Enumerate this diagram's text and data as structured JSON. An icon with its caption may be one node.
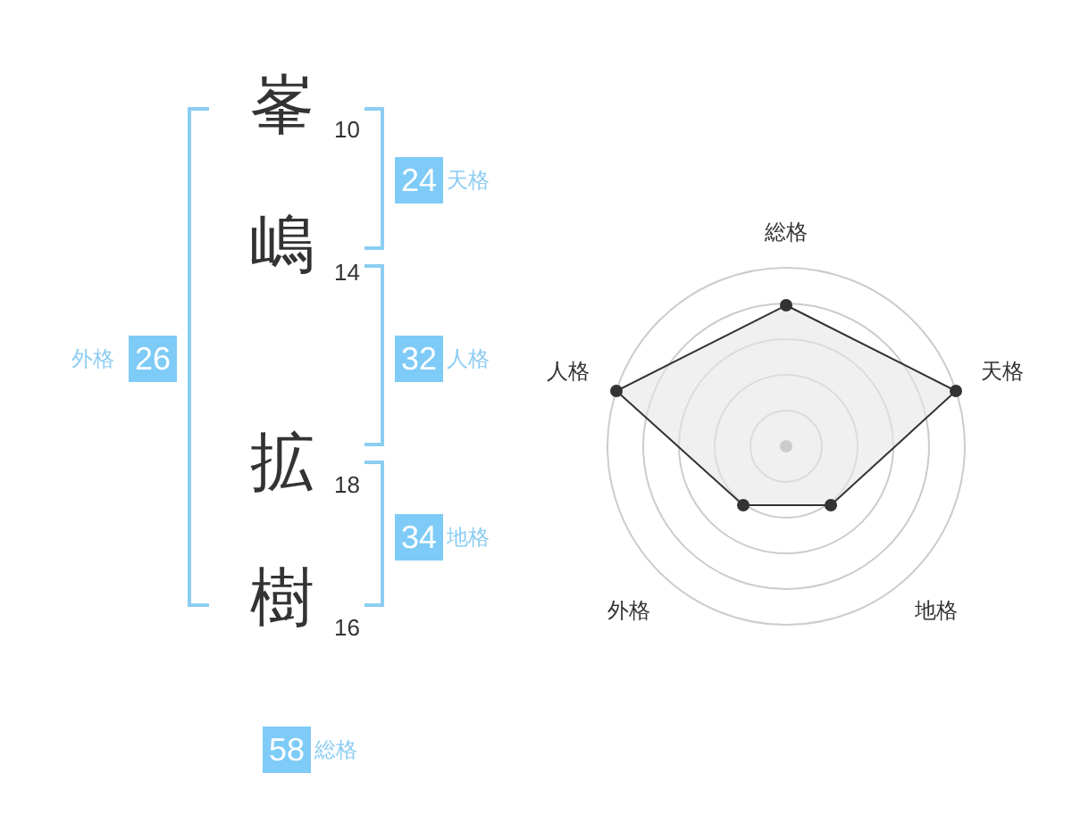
{
  "diagram": {
    "nodes": [
      {
        "text": [
          "24"
        ],
        "beside": [
          "天格"
        ]
      },
      {
        "text": [
          "26"
        ],
        "beside": [
          "外格"
        ]
      },
      {
        "text": [
          "32"
        ],
        "beside": [
          "人格"
        ]
      },
      {
        "text": [
          "34"
        ],
        "beside": [
          "地格"
        ]
      },
      {
        "text": [
          "58"
        ],
        "beside": [
          "総格"
        ]
      }
    ],
    "labels": [
      "峯",
      "10",
      "嶋",
      "14",
      "拡",
      "18",
      "樹",
      "16",
      "総格",
      "人格",
      "天格",
      "外格",
      "地格"
    ]
  }
}
